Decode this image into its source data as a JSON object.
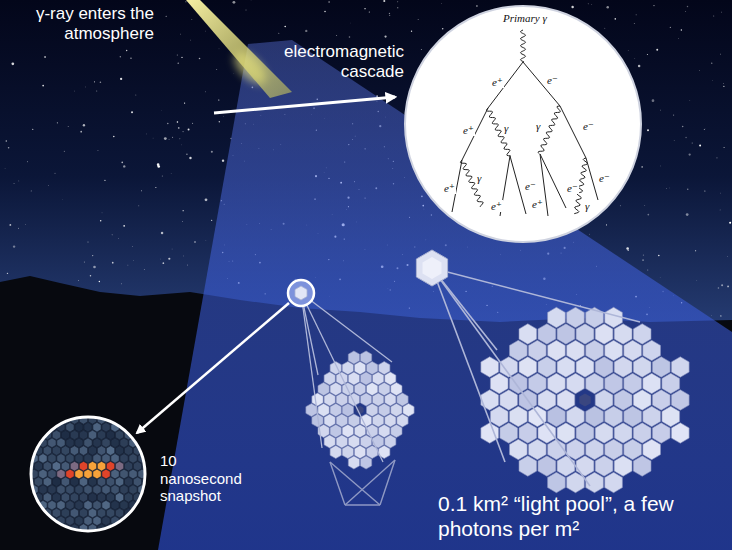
{
  "diagram": {
    "nodes": [
      {
        "text": [
          "Primary γ",
          "e⁺",
          "e⁻",
          "e⁺",
          "γ",
          "e⁻",
          "γ",
          "e⁺",
          "γ",
          "e⁺",
          "e⁻",
          "e⁺",
          "e⁻",
          "e⁻",
          "γ"
        ]
      }
    ],
    "labels": [
      "γ-ray enters the atmosphere",
      "electromagnetic cascade",
      "10 nanosecond snapshot",
      "0.1 km² “light pool”, a few photons per m²"
    ]
  }
}
